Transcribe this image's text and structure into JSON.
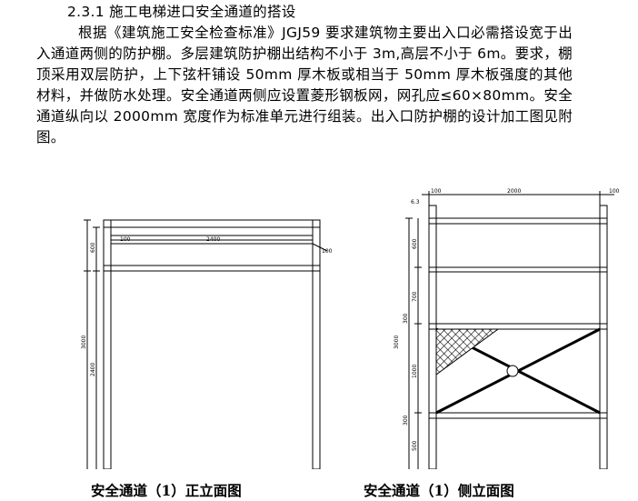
{
  "document": {
    "heading": "2.3.1 施工电梯进口安全通道的搭设",
    "paragraph": "根据《建筑施工安全检查标准》JGJ59 要求建筑物主要出入口必需搭设宽于出入通道两侧的防护棚。多层建筑防护棚出结构不小于 3m,高层不小于 6m。要求，棚顶采用双层防护，上下弦杆铺设 50mm 厚木板或相当于 50mm 厚木板强度的其他材料，并做防水处理。安全通道两侧应设置菱形钢板网，网孔应≤60×80mm。安全通道纵向以 2000mm 宽度作为标准单元进行组装。出入口防护棚的设计加工图见附图。"
  },
  "front_view": {
    "caption": "安全通道（1）正立面图",
    "dims": {
      "top_offset": "100",
      "top_span": "2400",
      "right_offset": "100",
      "height_upper": "600",
      "total_height": "3000",
      "clear_height": "2400"
    }
  },
  "side_view": {
    "caption": "安全通道（1）侧立面图",
    "dims": {
      "left_small": "6.3",
      "left_offset": "100",
      "top_span": "2000",
      "right_offset": "100",
      "h1": "600",
      "h2": "700",
      "h3": "300",
      "total_height": "3000",
      "h4": "1000",
      "h5": "300",
      "h6": "500"
    }
  }
}
